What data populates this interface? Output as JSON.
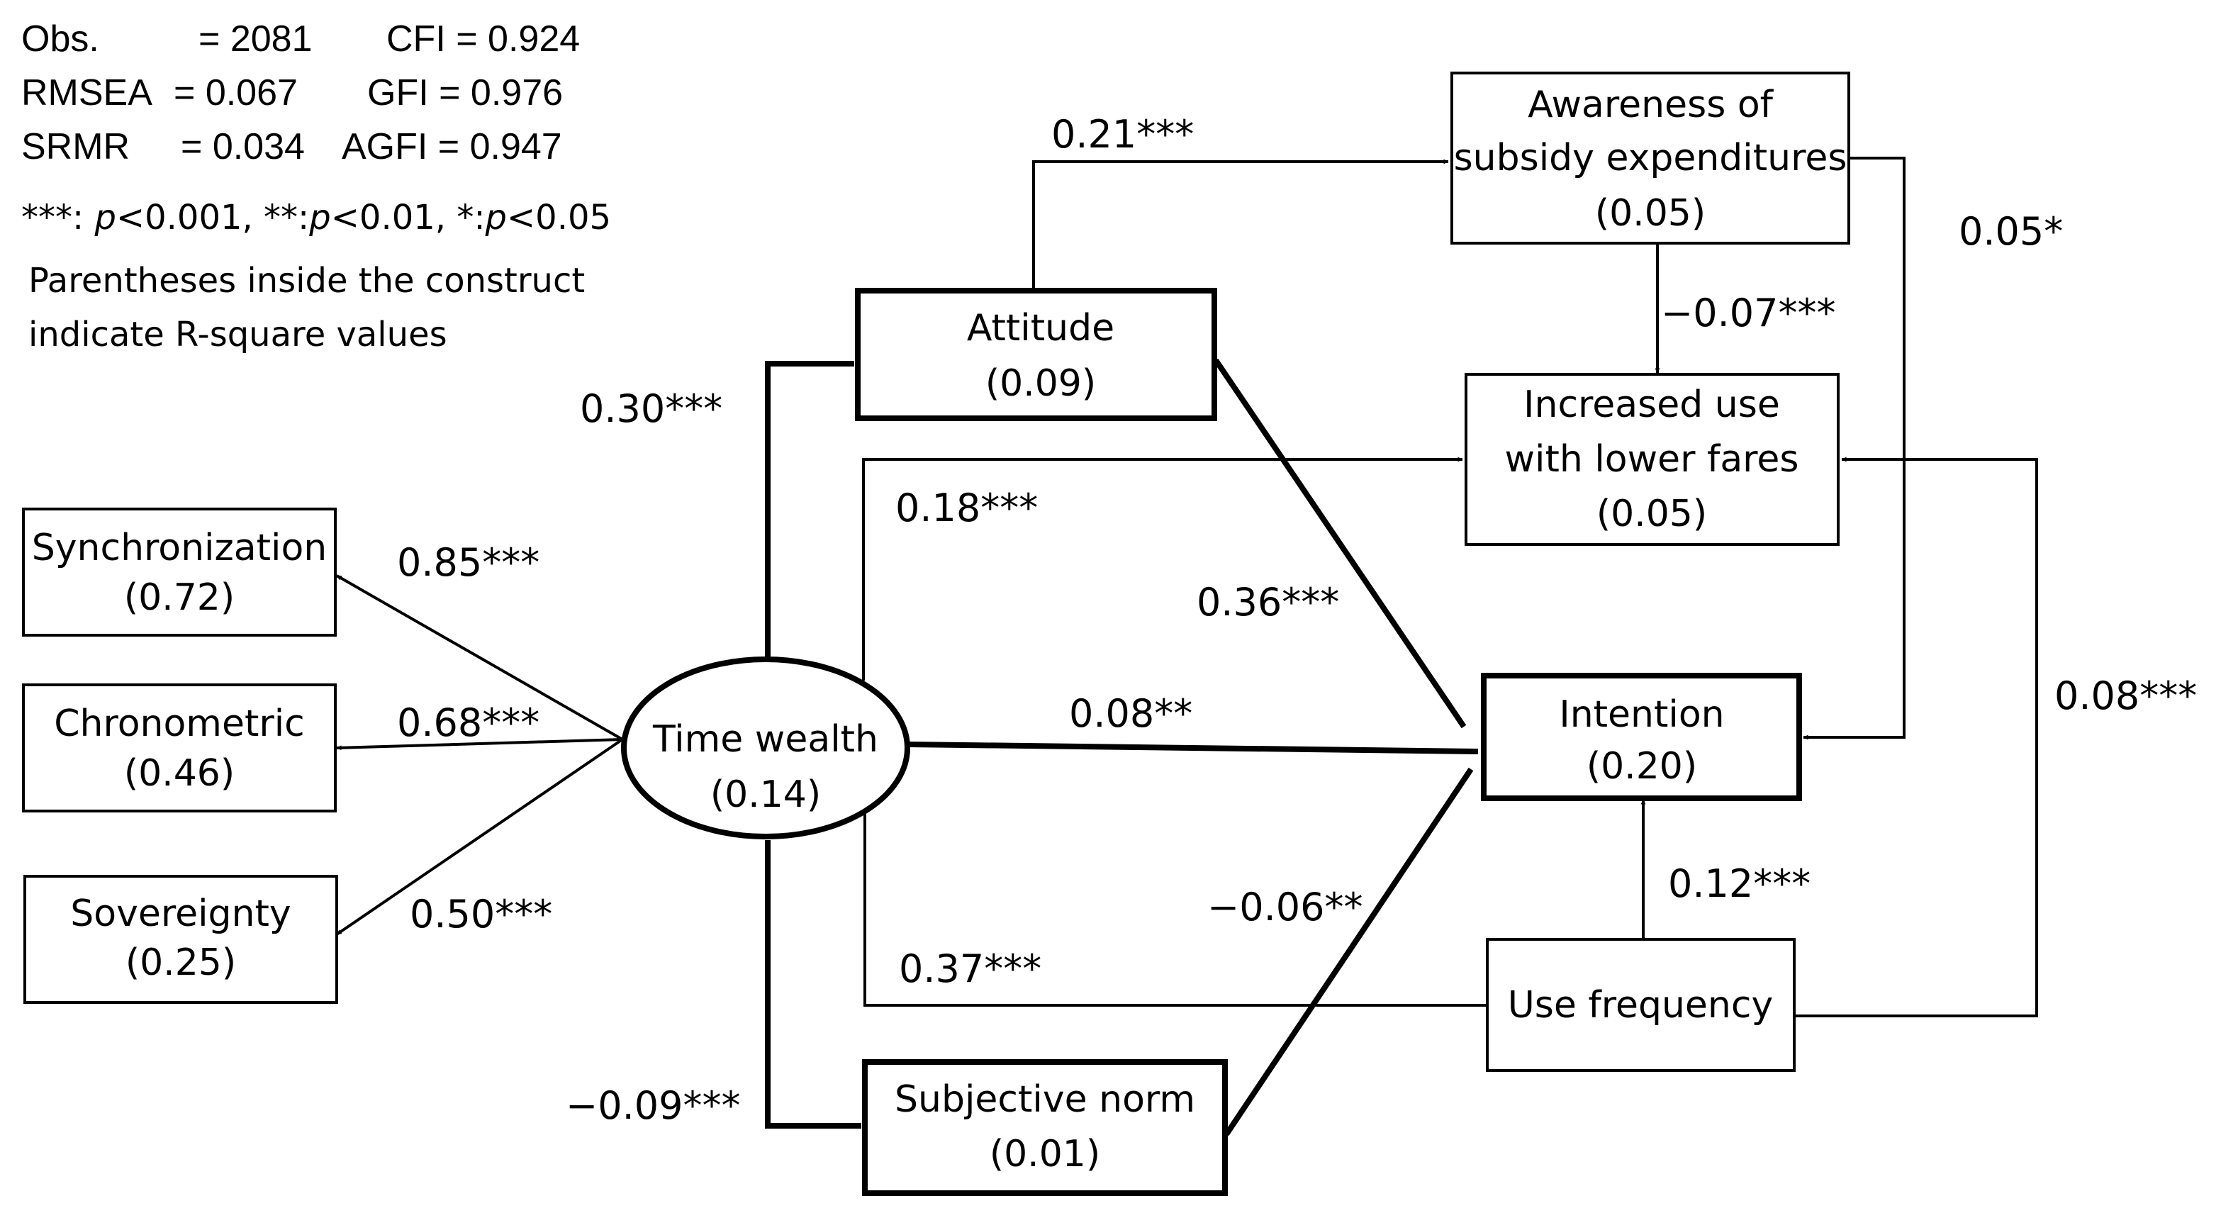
{
  "fit_stats": {
    "obs_label": "Obs.",
    "obs_value": "= 2081",
    "cfi": "CFI = 0.924",
    "rmsea_label": "RMSEA",
    "rmsea_value": "= 0.067",
    "gfi": "GFI = 0.976",
    "srmr_label": "SRMR",
    "srmr_value": "= 0.034",
    "agfi": "AGFI = 0.947"
  },
  "significance_note": {
    "p001": "***: ",
    "p001_p": "p",
    "p001_val": "<0.001, **:",
    "p01_p": "p",
    "p01_val": "<0.01, *:",
    "p05_p": "p",
    "p05_val": "<0.05"
  },
  "rsquare_note": {
    "line1": "Parentheses inside the construct",
    "line2": "indicate R-square values"
  },
  "nodes": {
    "synchronization": {
      "label": "Synchronization",
      "r2": "(0.72)"
    },
    "chronometric": {
      "label": "Chronometric",
      "r2": "(0.46)"
    },
    "sovereignty": {
      "label": "Sovereignty",
      "r2": "(0.25)"
    },
    "time_wealth": {
      "label": "Time wealth",
      "r2": "(0.14)"
    },
    "attitude": {
      "label": "Attitude",
      "r2": "(0.09)"
    },
    "subjective_norm": {
      "label": "Subjective norm",
      "r2": "(0.01)"
    },
    "awareness": {
      "label1": "Awareness of",
      "label2": "subsidy expenditures",
      "r2": "(0.05)"
    },
    "increased_use": {
      "label1": "Increased use",
      "label2": "with lower fares",
      "r2": "(0.05)"
    },
    "intention": {
      "label": "Intention",
      "r2": "(0.20)"
    },
    "use_frequency": {
      "label": "Use frequency"
    }
  },
  "coefficients": {
    "tw_sync": "0.85***",
    "tw_chrono": "0.68***",
    "tw_sov": "0.50***",
    "tw_attitude": "0.30***",
    "tw_subjnorm": "−0.09***",
    "tw_increased": "0.18***",
    "tw_intention": "0.08**",
    "att_awareness": "0.21***",
    "att_intention": "0.36***",
    "awareness_increased": "−0.07***",
    "awareness_intention": "0.05*",
    "subjnorm_intention": "−0.06**",
    "usefreq_intention": "0.12***",
    "usefreq_tw": "0.37***",
    "usefreq_increased": "0.08***"
  }
}
